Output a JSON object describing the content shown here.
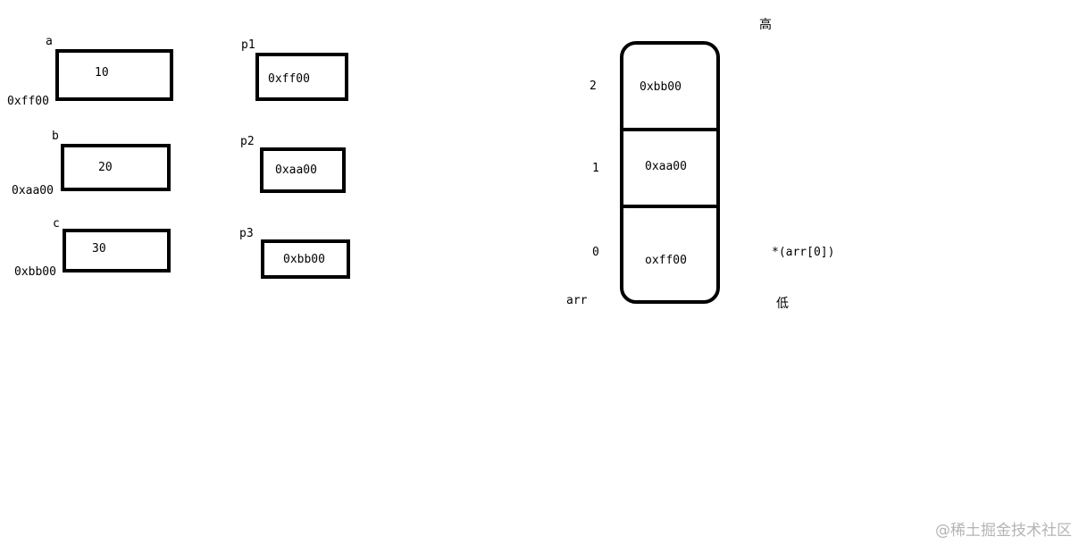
{
  "variables": [
    {
      "name": "a",
      "value": "10",
      "address": "0xff00"
    },
    {
      "name": "b",
      "value": "20",
      "address": "0xaa00"
    },
    {
      "name": "c",
      "value": "30",
      "address": "0xbb00"
    }
  ],
  "pointers": [
    {
      "name": "p1",
      "value": "0xff00"
    },
    {
      "name": "p2",
      "value": "0xaa00"
    },
    {
      "name": "p3",
      "value": "0xbb00"
    }
  ],
  "array": {
    "name": "arr",
    "high_label": "高",
    "low_label": "低",
    "element_annotation": "*(arr[0])",
    "cells": [
      {
        "index": "2",
        "value": "0xbb00"
      },
      {
        "index": "1",
        "value": "0xaa00"
      },
      {
        "index": "0",
        "value": "oxff00"
      }
    ]
  },
  "watermark": "@稀土掘金技术社区"
}
